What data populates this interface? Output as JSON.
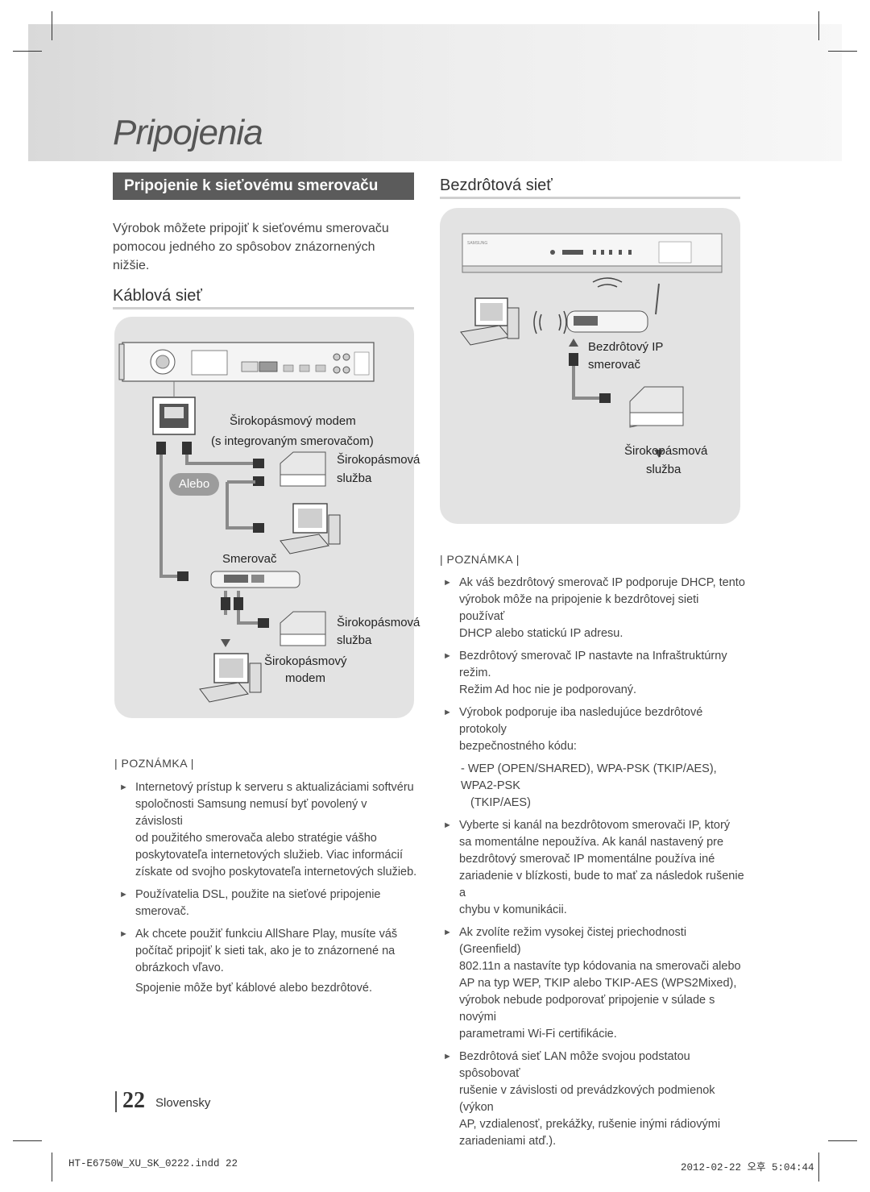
{
  "page": {
    "title": "Pripojenia",
    "section_bar": "Pripojenie k sieťovému smerovaču",
    "intro": [
      "Výrobok môžete pripojiť k sieťovému smerovaču",
      "pomocou jedného zo spôsobov znázornených",
      "nižšie."
    ],
    "wired_heading": "Káblová sieť",
    "wireless_heading": "Bezdrôtová sieť"
  },
  "wired_diagram": {
    "modem_label_1": "Širokopásmový modem",
    "modem_label_2": "(s integrovaným smerovačom)",
    "service_1a": "Širokopásmová",
    "service_1b": "služba",
    "alebo": "Alebo",
    "router": "Smerovač",
    "service_2a": "Širokopásmová",
    "service_2b": "služba",
    "modem_2a": "Širokopásmový",
    "modem_2b": "modem"
  },
  "wireless_diagram": {
    "device_brand": "SAMSUNG",
    "router_a": "Bezdrôtový IP",
    "router_b": "smerovač",
    "service_a": "Širokopásmová",
    "service_b": "služba"
  },
  "left_notes": {
    "heading": "| POZNÁMKA |",
    "items": [
      [
        "Internetový prístup k serveru s aktualizáciami softvéru",
        "spoločnosti Samsung nemusí byť povolený v závislosti",
        "od použitého smerovača alebo stratégie vášho",
        "poskytovateľa internetových služieb. Viac informácií",
        "získate od svojho poskytovateľa internetových služieb."
      ],
      [
        "Používatelia DSL, použite na sieťové pripojenie smerovač."
      ],
      [
        "Ak chcete použiť funkciu AllShare Play, musíte váš",
        "počítač pripojiť k sieti tak, ako je to znázornené na",
        "obrázkoch vľavo."
      ]
    ],
    "trailing": "Spojenie môže byť káblové alebo bezdrôtové."
  },
  "right_notes": {
    "heading": "| POZNÁMKA |",
    "items": [
      [
        "Ak váš bezdrôtový smerovač IP podporuje DHCP, tento",
        "výrobok môže na pripojenie k bezdrôtovej sieti používať",
        "DHCP alebo statickú IP adresu."
      ],
      [
        "Bezdrôtový smerovač IP nastavte na Infraštruktúrny režim.",
        "Režim Ad hoc nie je podporovaný."
      ],
      [
        "Výrobok podporuje iba nasledujúce bezdrôtové protokoly",
        "bezpečnostného kódu:"
      ],
      [
        "Vyberte si kanál na bezdrôtovom smerovači IP, ktorý",
        "sa momentálne nepoužíva. Ak kanál nastavený pre",
        "bezdrôtový smerovač IP momentálne používa iné",
        "zariadenie v blízkosti, bude to mať za následok rušenie a",
        "chybu v komunikácii."
      ],
      [
        "Ak zvolíte režim vysokej čistej priechodnosti (Greenfield)",
        "802.11n a nastavíte typ kódovania na smerovači alebo",
        "AP na typ WEP, TKIP alebo TKIP-AES (WPS2Mixed),",
        "výrobok nebude podporovať pripojenie v súlade s novými",
        "parametrami Wi-Fi certifikácie."
      ],
      [
        "Bezdrôtová sieť LAN môže svojou podstatou spôsobovať",
        "rušenie v závislosti od prevádzkových podmienok (výkon",
        "AP, vzdialenosť, prekážky, rušenie inými rádiovými",
        "zariadeniami atď.)."
      ]
    ],
    "sub_item": [
      "- WEP (OPEN/SHARED), WPA-PSK (TKIP/AES), WPA2-PSK",
      "(TKIP/AES)"
    ]
  },
  "footer": {
    "page_number": "22",
    "language": "Slovensky",
    "file": "HT-E6750W_XU_SK_0222.indd   22",
    "timestamp": "2012-02-22   오후 5:04:44"
  }
}
